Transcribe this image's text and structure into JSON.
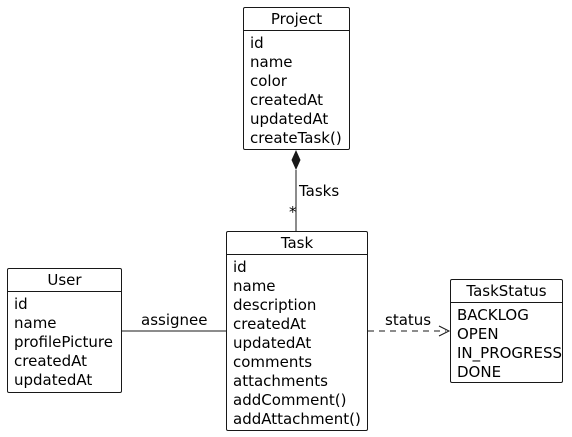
{
  "classes": {
    "project": {
      "name": "Project",
      "members": [
        "id",
        "name",
        "color",
        "createdAt",
        "updatedAt",
        "createTask()"
      ]
    },
    "task": {
      "name": "Task",
      "members": [
        "id",
        "name",
        "description",
        "createdAt",
        "updatedAt",
        "comments",
        "attachments",
        "addComment()",
        "addAttachment()"
      ]
    },
    "user": {
      "name": "User",
      "members": [
        "id",
        "name",
        "profilePicture",
        "createdAt",
        "updatedAt"
      ]
    },
    "task_status": {
      "name": "TaskStatus",
      "members": [
        "BACKLOG",
        "OPEN",
        "IN_PROGRESS",
        "DONE"
      ]
    }
  },
  "relations": {
    "project_tasks": {
      "label": "Tasks",
      "multiplicity": "*"
    },
    "task_assignee": {
      "label": "assignee"
    },
    "task_status": {
      "label": "status"
    }
  }
}
